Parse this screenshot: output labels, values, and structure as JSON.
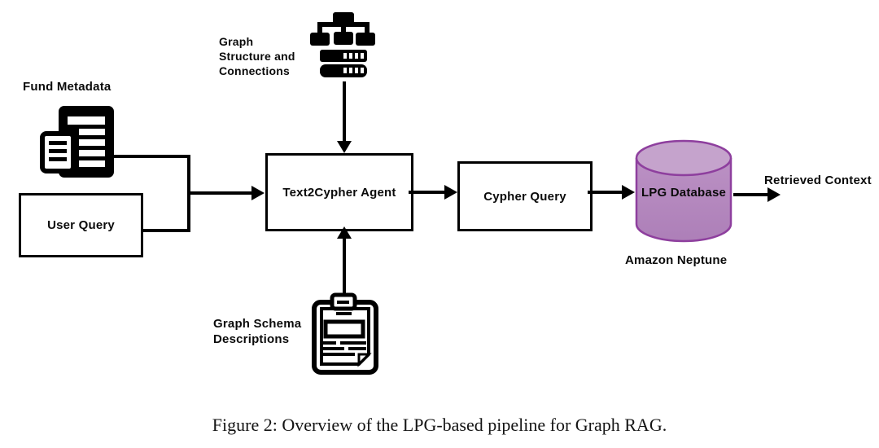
{
  "figure": {
    "caption": "Figure 2: Overview of the LPG-based pipeline for Graph RAG."
  },
  "diagram": {
    "labels": {
      "fund_metadata": "Fund Metadata",
      "graph_structure": [
        "Graph",
        "Structure and",
        "Connections"
      ],
      "graph_schema": [
        "Graph Schema",
        "Descriptions"
      ],
      "amazon_neptune": "Amazon Neptune",
      "retrieved_context": "Retrieved Context"
    },
    "nodes": {
      "user_query": "User Query",
      "text2cypher_agent": "Text2Cypher Agent",
      "cypher_query": "Cypher Query",
      "lpg_database": "LPG Database"
    },
    "icons": {
      "fund_documents": "documents-icon",
      "graph_network": "network-server-icon",
      "schema_clipboard": "clipboard-icon",
      "database": "database-cylinder-icon"
    },
    "colors": {
      "line": "#000000",
      "cylinder_top": "#c5a3cc",
      "cylinder_body_light": "#bb91c4",
      "cylinder_body_dark": "#ad7fb8",
      "cylinder_stroke": "#8e3f9e"
    }
  }
}
